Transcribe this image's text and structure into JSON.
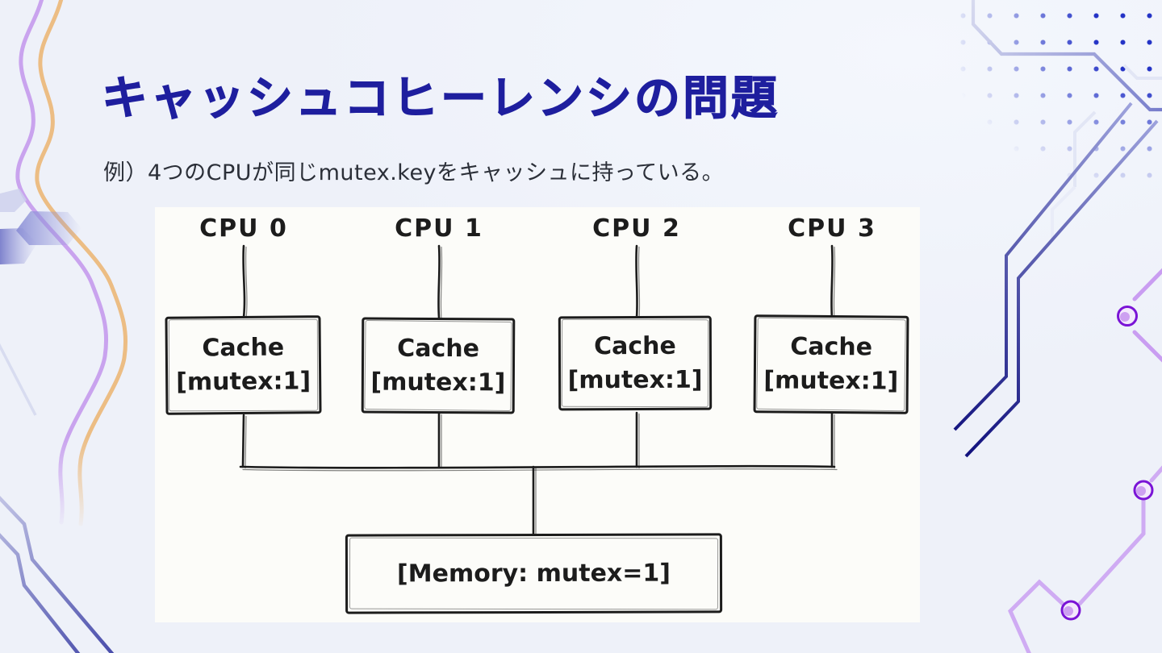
{
  "slide": {
    "title": "キャッシュコヒーレンシの問題",
    "subtitle": "例）4つのCPUが同じmutex.keyをキャッシュに持っている。"
  },
  "diagram": {
    "cpus": [
      {
        "label": "CPU 0",
        "cache_title": "Cache",
        "cache_value": "[mutex:1]"
      },
      {
        "label": "CPU 1",
        "cache_title": "Cache",
        "cache_value": "[mutex:1]"
      },
      {
        "label": "CPU 2",
        "cache_title": "Cache",
        "cache_value": "[mutex:1]"
      },
      {
        "label": "CPU 3",
        "cache_title": "Cache",
        "cache_value": "[mutex:1]"
      }
    ],
    "memory_label": "[Memory: mutex=1]"
  },
  "colors": {
    "background": "#eef1f9",
    "panel": "#fcfcf9",
    "title": "#1e1e9e",
    "subtitle": "#2b2f38",
    "ink": "#1c1c1c",
    "accent_orange": "#ecbd84",
    "accent_purple": "#c9a3ee",
    "accent_navy": "#14148a",
    "trace_blue": "#7b82cc",
    "dot_blue": "#2433c6",
    "node_purple": "#7a14d6"
  }
}
